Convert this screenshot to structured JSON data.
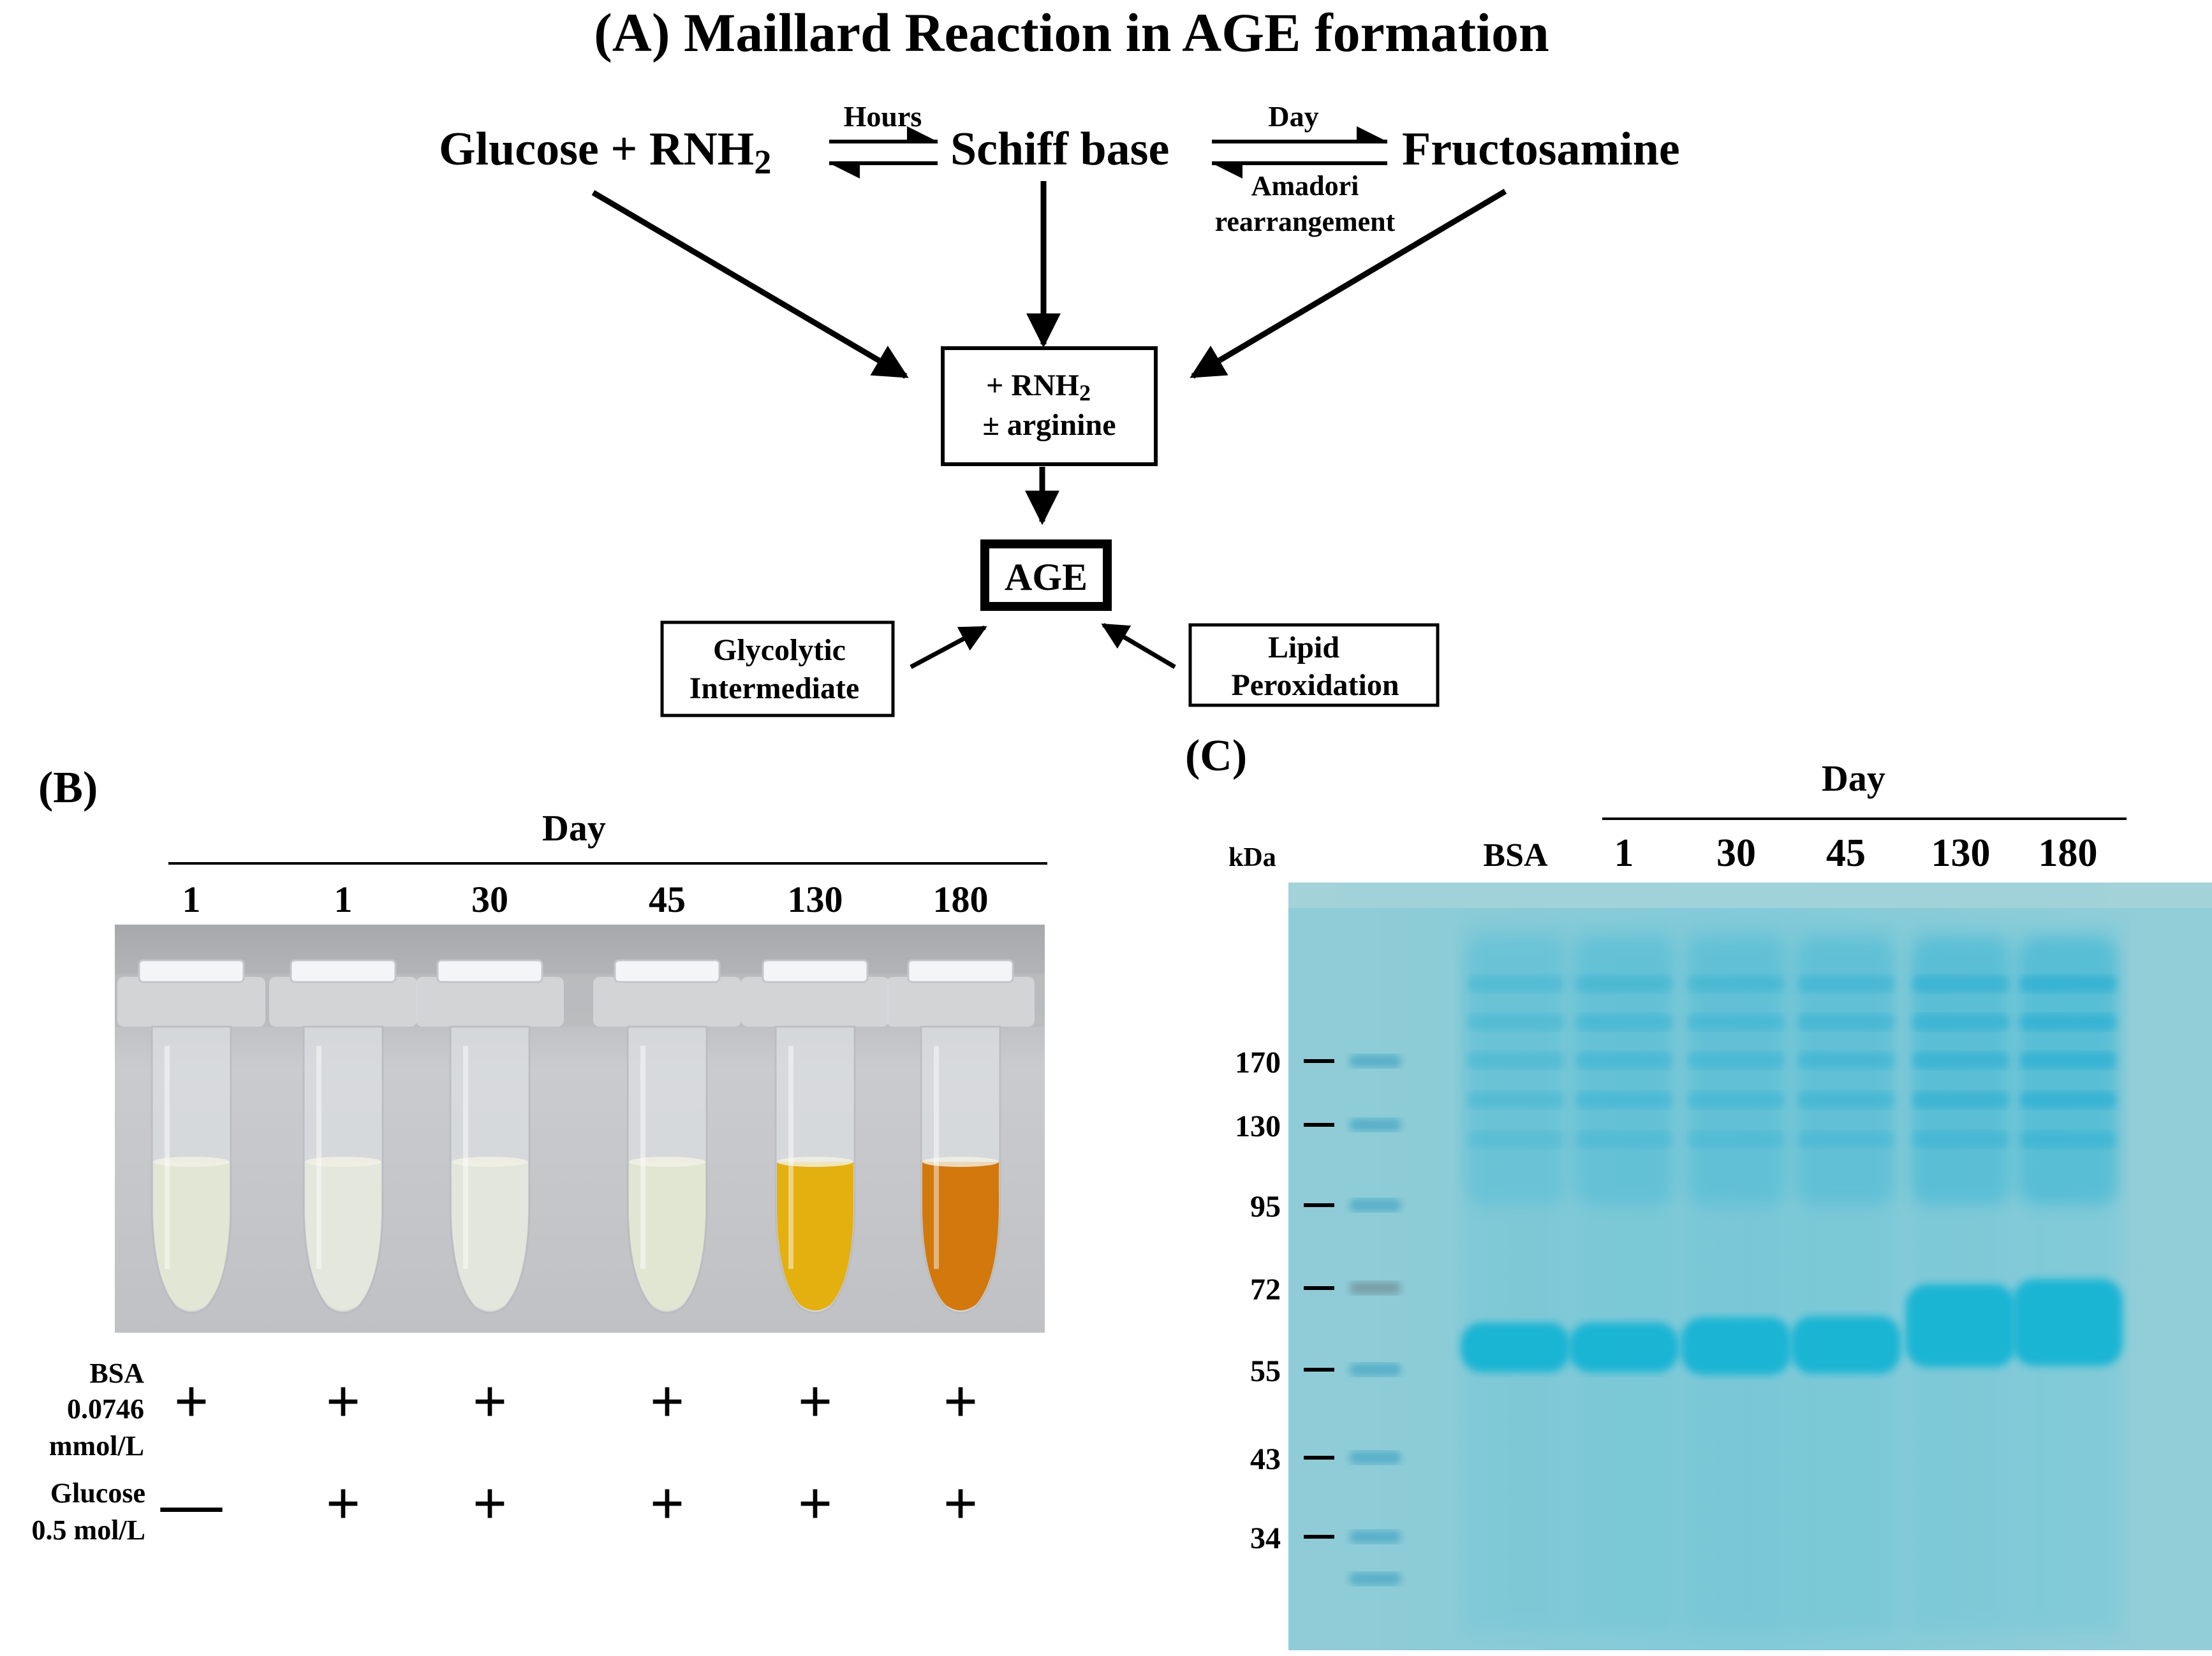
{
  "panel_a": {
    "title": "(A) Maillard Reaction in AGE formation",
    "glucose": "Glucose + RNH",
    "glucose_sub": "2",
    "hours": "Hours",
    "schiff": "Schiff base",
    "day": "Day",
    "fructosamine": "Fructosamine",
    "amadori_1": "Amadori",
    "amadori_2": "rearrangement",
    "mid_box_1": "+ RNH",
    "mid_box_1_sub": "2",
    "mid_box_2": "± arginine",
    "age": "AGE",
    "glycolytic_1": "Glycolytic",
    "glycolytic_2": "Intermediate",
    "lipid_1": "Lipid",
    "lipid_2": "Peroxidation"
  },
  "panel_b": {
    "label": "(B)",
    "day": "Day",
    "tube_days": [
      "1",
      "1",
      "30",
      "45",
      "130",
      "180"
    ],
    "tube_colors": [
      "#e2e6d4",
      "#e3e7dc",
      "#e2e6dc",
      "#e0e6d2",
      "#e4b010",
      "#d3780c"
    ],
    "bsa_label_1": "BSA",
    "bsa_label_2": "0.0746",
    "bsa_label_3": "mmol/L",
    "glucose_label_1": "Glucose",
    "glucose_label_2": "0.5 mol/L",
    "bsa_signs": [
      "+",
      "+",
      "+",
      "+",
      "+",
      "+"
    ],
    "glucose_signs": [
      "—",
      "+",
      "+",
      "+",
      "+",
      "+"
    ]
  },
  "panel_c": {
    "label": "(C)",
    "day": "Day",
    "kda": "kDa",
    "lanes": [
      "BSA",
      "1",
      "30",
      "45",
      "130",
      "180"
    ],
    "markers": [
      "170",
      "130",
      "95",
      "72",
      "55",
      "43",
      "34"
    ],
    "gel_color": "#7ec9d6",
    "band_color": "#12b4d4"
  }
}
